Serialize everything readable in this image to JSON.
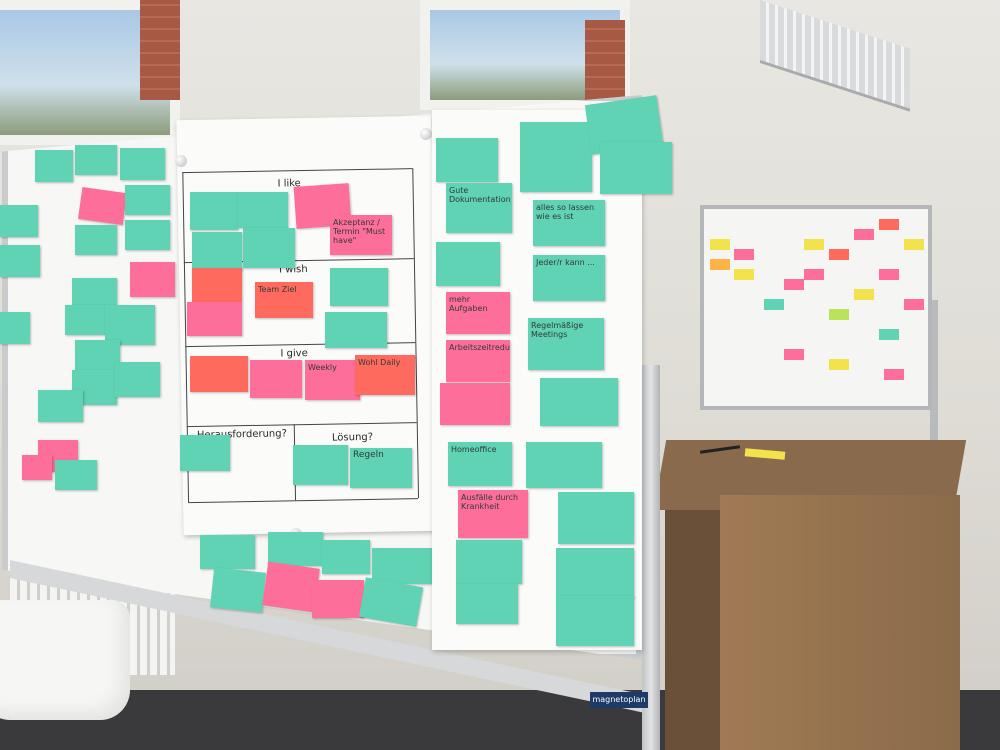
{
  "colors": {
    "teal_note": "#5fd3b3",
    "pink_note": "#fd6f9a",
    "red_note": "#ff6a5e",
    "yellow_note": "#f2e34c",
    "orange_note": "#ffb347",
    "board_frame": "#c9cbcd"
  },
  "flipchart": {
    "heading_like": "I like",
    "heading_wish": "I wish",
    "heading_give": "I give",
    "heading_challenge": "Herausforderung?",
    "heading_solution": "Lösung?"
  },
  "board_logo": "magnetoplan",
  "notes_center": [
    {
      "text": "Akzeptanz / Termin \"Must have\"",
      "color": "pink"
    },
    {
      "text": "Team Ziel",
      "color": "red"
    },
    {
      "text": "Wohl Daily",
      "color": "red"
    },
    {
      "text": "Weekly",
      "color": "pink"
    },
    {
      "text": "Regeln",
      "color": "teal"
    }
  ],
  "notes_right": [
    {
      "text": "Gute Dokumentation",
      "color": "teal"
    },
    {
      "text": "alles so lassen wie es ist",
      "color": "teal"
    },
    {
      "text": "Jeder/r kann ...",
      "color": "teal"
    },
    {
      "text": "mehr Aufgaben",
      "color": "pink"
    },
    {
      "text": "Arbeitszeitreduzierung",
      "color": "pink"
    },
    {
      "text": "Regelmäßige Meetings",
      "color": "teal"
    },
    {
      "text": "Homeoffice",
      "color": "teal"
    },
    {
      "text": "Ausfälle durch Krankheit",
      "color": "pink"
    }
  ]
}
